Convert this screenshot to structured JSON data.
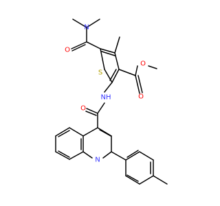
{
  "colors": {
    "bond": "#000000",
    "background": "#ffffff",
    "N": "#3333ff",
    "O": "#ff0000",
    "S": "#b2a000",
    "label_halo": "#ffffff"
  },
  "atom_labels": {
    "nme2": "N",
    "amide_o": "O",
    "thiophene_s": "S",
    "ester_o_single": "O",
    "ester_o_double": "O",
    "nh": "NH",
    "carbonyl_o": "O",
    "quinoline_n": "N"
  }
}
